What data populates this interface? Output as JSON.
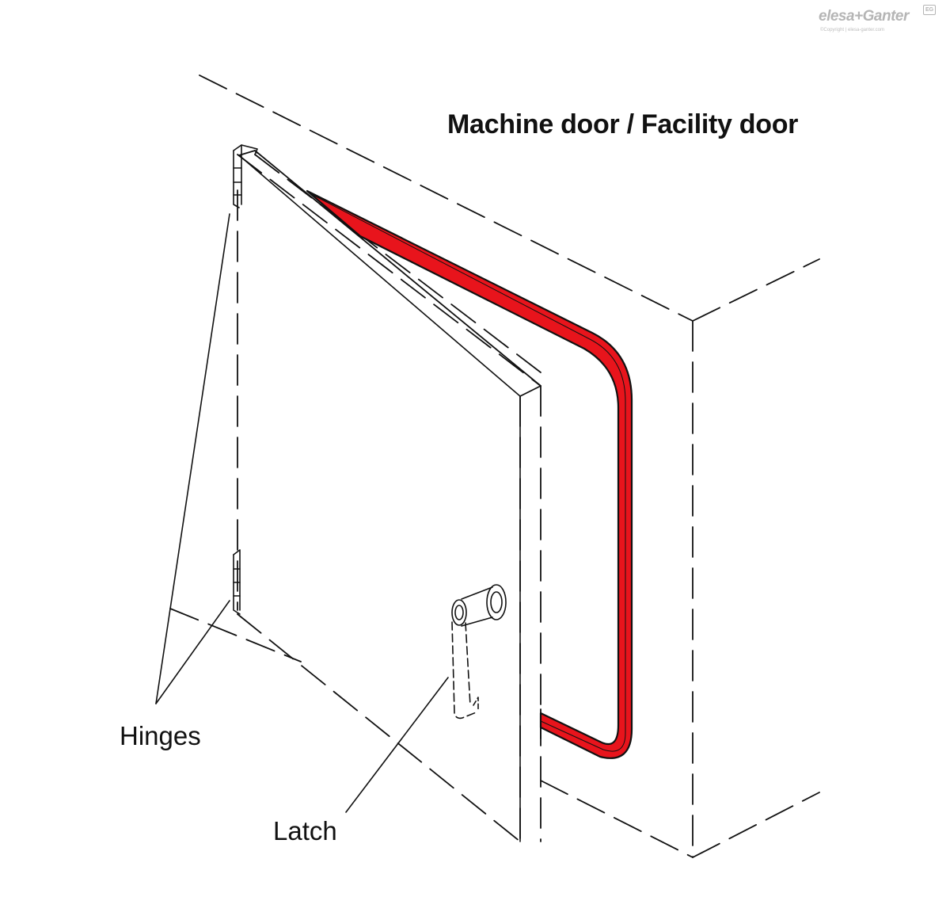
{
  "title": "Machine door / Facility door",
  "labels": {
    "hinges": "Hinges",
    "latch": "Latch"
  },
  "logo": {
    "brand_a": "elesa",
    "brand_sep": "+",
    "brand_b": "Ganter",
    "badge": "EG",
    "copyright": "©Copyright | elesa-ganter.com"
  },
  "colors": {
    "seal": "#e8141c",
    "line": "#111111",
    "logo": "#b5b5b5"
  }
}
